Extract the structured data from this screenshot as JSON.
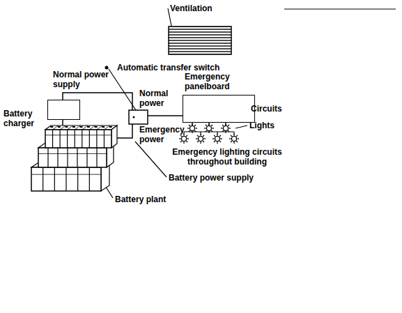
{
  "diagram": {
    "nodes": [
      {
        "text": [
          "Battery charger"
        ]
      },
      {
        "text": [
          "Emergency panelboard"
        ]
      }
    ],
    "labels": [
      "Ventilation",
      "Automatic transfer switch",
      "Normal power supply",
      "Normal power",
      "Emergency power",
      "Circuits",
      "Lights",
      "Emergency lighting circuits throughout building",
      "Battery power supply",
      "Battery plant"
    ]
  }
}
